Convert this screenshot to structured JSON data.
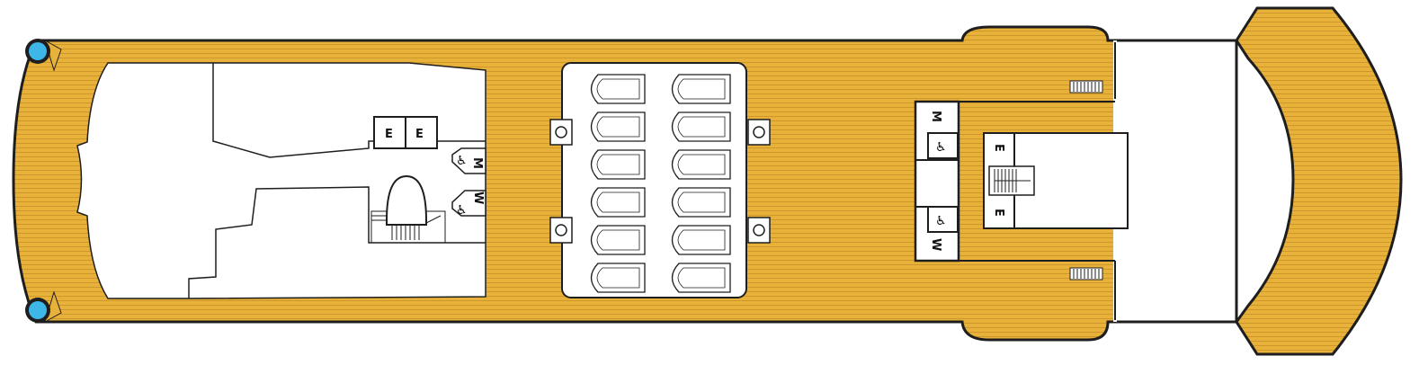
{
  "deck_plan": {
    "colors": {
      "deck": "#E8B23A",
      "deck_stripe": "#C89028",
      "outline": "#1E1E1E",
      "pool": "#3FB6E8",
      "interior": "#FFFFFF"
    },
    "labels": {
      "elevator": "E",
      "men": "M",
      "women": "W",
      "accessible_icon": "♿"
    }
  }
}
